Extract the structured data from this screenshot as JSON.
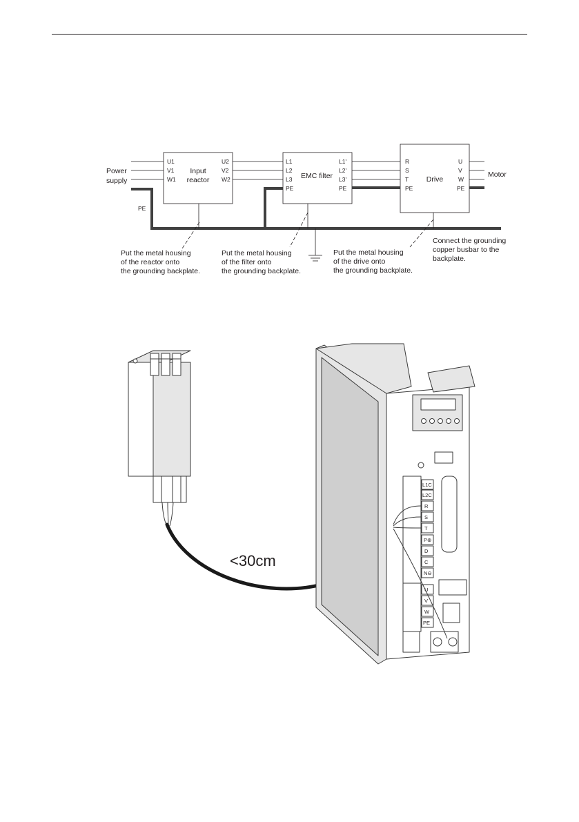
{
  "diagram": {
    "power_supply_label": [
      "Power",
      "supply"
    ],
    "pe_label": "PE",
    "motor_label": "Motor",
    "reactor": {
      "name": [
        "Input",
        "reactor"
      ],
      "inputs": [
        "U1",
        "V1",
        "W1"
      ],
      "outputs": [
        "U2",
        "V2",
        "W2"
      ]
    },
    "emc_filter": {
      "name": "EMC filter",
      "inputs": [
        "L1",
        "L2",
        "L3",
        "PE"
      ],
      "outputs": [
        "L1'",
        "L2'",
        "L3'",
        "PE"
      ]
    },
    "drive": {
      "name": "Drive",
      "inputs": [
        "R",
        "S",
        "T",
        "PE"
      ],
      "outputs": [
        "U",
        "V",
        "W",
        "PE"
      ]
    },
    "notes": {
      "reactor": [
        "Put the metal housing",
        "of the reactor onto",
        "the grounding backplate."
      ],
      "filter": [
        "Put the metal housing",
        "of the filter onto",
        "the grounding backplate."
      ],
      "drive": [
        "Put the metal housing",
        "of the drive onto",
        "the grounding backplate."
      ],
      "busbar": [
        "Connect the grounding",
        "copper busbar to the",
        "backplate."
      ]
    }
  },
  "illustration": {
    "distance_label": "<30cm",
    "terminal_labels": [
      "L1C",
      "L2C",
      "R",
      "S",
      "T",
      "P⊕",
      "D",
      "C",
      "N⊖",
      "U",
      "V",
      "W",
      "PE"
    ]
  }
}
